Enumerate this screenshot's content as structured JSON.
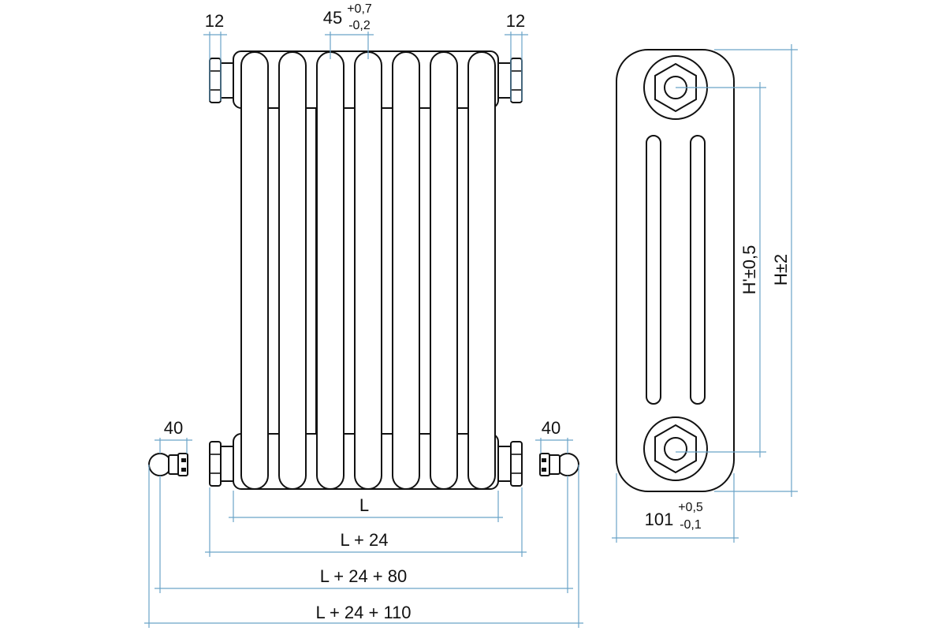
{
  "colors": {
    "outline": "#111111",
    "dimension": "#6aa3c8",
    "background": "#ffffff"
  },
  "front_view": {
    "dim_left_connector": "12",
    "dim_right_connector": "12",
    "dim_section": {
      "base": "45",
      "tol_plus": "+0,7",
      "tol_minus": "-0,2"
    },
    "dim_left_valve": "40",
    "dim_right_valve": "40",
    "dim_overall": [
      "L",
      "L + 24",
      "L + 24 + 80",
      "L + 24 + 110"
    ]
  },
  "side_view": {
    "dim_h_prime": "H'±0,5",
    "dim_h": "H±2",
    "dim_depth": {
      "base": "101",
      "tol_plus": "+0,5",
      "tol_minus": "-0,1"
    }
  }
}
